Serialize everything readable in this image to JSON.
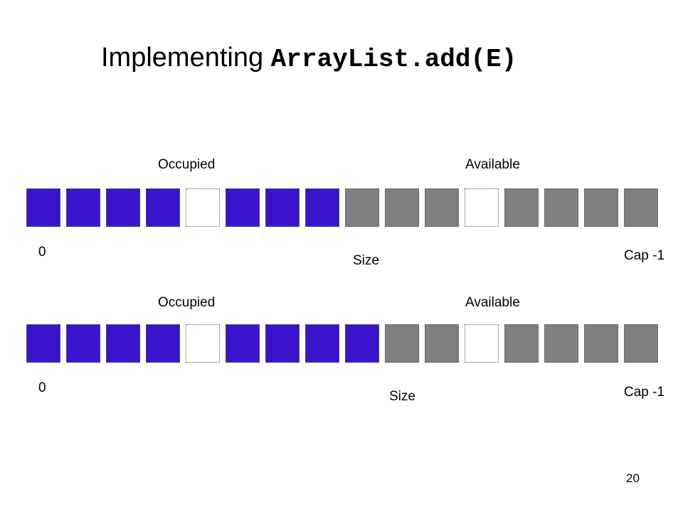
{
  "title": {
    "prefix": "Implementing ",
    "code": "ArrayList.add(E)"
  },
  "colors": {
    "occupied": "#3c13cc",
    "available": "#808080",
    "empty": "#ffffff"
  },
  "diagrams": [
    {
      "occupied_label": "Occupied",
      "available_label": "Available",
      "start_label": "0",
      "size_label": "Size",
      "cap_label": "Cap -1",
      "cells": [
        "occupied",
        "occupied",
        "occupied",
        "occupied",
        "empty",
        "occupied",
        "occupied",
        "occupied",
        "available",
        "available",
        "available",
        "empty",
        "available",
        "available",
        "available",
        "available"
      ]
    },
    {
      "occupied_label": "Occupied",
      "available_label": "Available",
      "start_label": "0",
      "size_label": "Size",
      "cap_label": "Cap -1",
      "cells": [
        "occupied",
        "occupied",
        "occupied",
        "occupied",
        "empty",
        "occupied",
        "occupied",
        "occupied",
        "occupied",
        "available",
        "available",
        "empty",
        "available",
        "available",
        "available",
        "available"
      ]
    }
  ],
  "page_number": "20"
}
